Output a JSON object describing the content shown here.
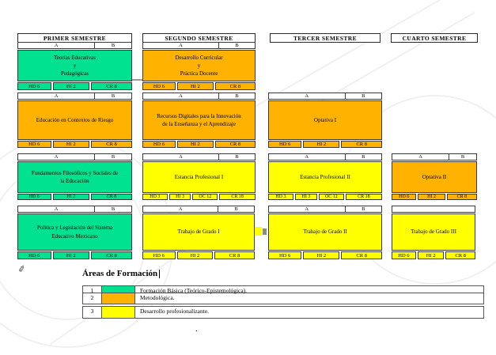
{
  "colors": {
    "green": "#00e28f",
    "orange": "#ffb200",
    "yellow": "#ffff00"
  },
  "semesters": [
    {
      "label": "PRIMER SEMESTRE"
    },
    {
      "label": "SEGUNDO SEMESTRE"
    },
    {
      "label": "TERCER SEMESTRE"
    },
    {
      "label": "CUARTO SEMESTRE"
    }
  ],
  "cards": [
    {
      "id": "teorias-educativas",
      "title": "Teorías Educativas\ny\nPedagógicas",
      "color": "green",
      "ab": {
        "a": "A",
        "b": "B"
      },
      "footer": [
        "HD 6",
        "HI 2",
        "CR 8"
      ]
    },
    {
      "id": "desarrollo-curricular",
      "title": "Desarrollo Curricular\ny\nPráctica Docente",
      "color": "orange",
      "ab": {
        "a": "A",
        "b": "B"
      },
      "footer": [
        "HD 6",
        "HI 2",
        "CR 8"
      ]
    },
    {
      "id": "educacion-contextos-riesgo",
      "title": "Educación en Contextos de Riesgo",
      "color": "orange",
      "ab": {
        "a": "A",
        "b": "B"
      },
      "footer": [
        "HD 6",
        "HI 2",
        "CR 8"
      ]
    },
    {
      "id": "recursos-digitales",
      "title": "Recursos Digitales para la Innovación\nde la Enseñanza y el Aprendizaje",
      "color": "orange",
      "ab": {
        "a": "A",
        "b": "B"
      },
      "footer": [
        "HD 6",
        "HI 2",
        "CR 8"
      ]
    },
    {
      "id": "optativa-1",
      "title": "Optativa I",
      "color": "orange",
      "ab": {
        "a": "A",
        "b": "B"
      },
      "footer": [
        "HD 6",
        "HI 2",
        "CR 8"
      ]
    },
    {
      "id": "fundamentos-filosoficos",
      "title": "Fundamentos Filosóficos y Sociales de\nla Educación",
      "color": "green",
      "ab": {
        "a": "A",
        "b": "B"
      },
      "footer": [
        "HD 6",
        "HI 2",
        "CR 8"
      ]
    },
    {
      "id": "estancia-profesional-1",
      "title": "Estancia Profesional I",
      "color": "yellow",
      "ab": {
        "a": "A",
        "b": "B"
      },
      "footer": [
        "HD 3",
        "HI 3",
        "OC 12",
        "CR 18"
      ]
    },
    {
      "id": "estancia-profesional-2",
      "title": "Estancia Profesional II",
      "color": "yellow",
      "ab": {
        "a": "A",
        "b": "B"
      },
      "footer": [
        "HD 3",
        "HI 3",
        "OC 12",
        "CR 18"
      ]
    },
    {
      "id": "optativa-2",
      "title": "Optativa II",
      "color": "orange",
      "ab": {
        "a": "A",
        "b": "B"
      },
      "footer": [
        "HD 6",
        "HI 2",
        "CR 8"
      ]
    },
    {
      "id": "politica-legislacion",
      "title": "Política y Legislación del Sistema\nEducativo Mexicano",
      "color": "green",
      "ab": {
        "a": "A",
        "b": "B"
      },
      "footer": [
        "HD 6",
        "HI 2",
        "CR 8"
      ]
    },
    {
      "id": "trabajo-grado-1",
      "title": "Trabajo de Grado I",
      "color": "yellow",
      "ab": {
        "a": "A",
        "b": "B"
      },
      "footer": [
        "HD 6",
        "HI 2",
        "CR 8"
      ]
    },
    {
      "id": "trabajo-grado-2",
      "title": "Trabajo de Grado II",
      "color": "yellow",
      "ab": {
        "a": "A",
        "b": "B"
      },
      "footer": [
        "HD 6",
        "HI 2",
        "CR 8"
      ]
    },
    {
      "id": "trabajo-grado-3",
      "title": "Trabajo de Grado III",
      "color": "yellow",
      "ab": {
        "a": "",
        "b": ""
      },
      "footer": [
        "HD 6",
        "HI 2",
        "CR 8"
      ]
    }
  ],
  "legend": {
    "title": "Áreas de Formación",
    "rows": [
      {
        "num": "1",
        "color": "green",
        "label": "Formación Básica (Teórico-Epistemológica)."
      },
      {
        "num": "2",
        "color": "orange",
        "label": "Metodológica."
      },
      {
        "num": "3",
        "color": "yellow",
        "label": "Desarrollo profesionalizante."
      }
    ]
  },
  "icons": {
    "scribble": "✐"
  },
  "footnote_dot": "."
}
